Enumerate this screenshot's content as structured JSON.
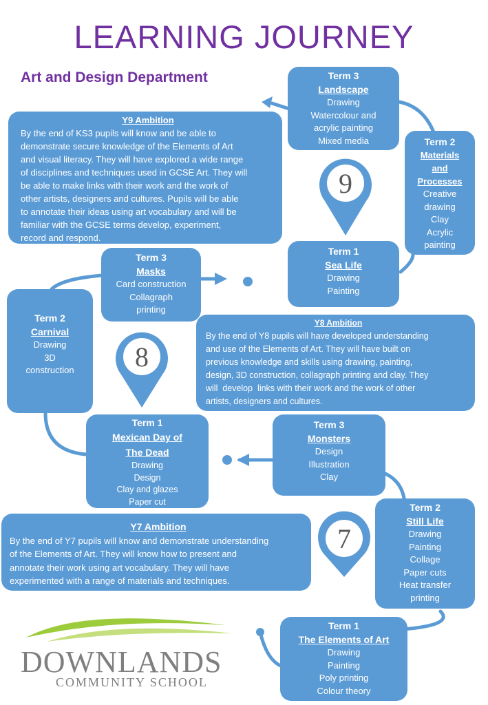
{
  "title": "LEARNING JOURNEY",
  "subtitle": "Art and Design Department",
  "colors": {
    "box": "#5b9bd5",
    "title": "#7030a0",
    "logo_green": "#9ccb3b",
    "logo_text": "#7f7f7f"
  },
  "y9": {
    "number": "9",
    "term3": {
      "term": "Term 3",
      "topic": "Landscape",
      "items": [
        "Drawing",
        "Watercolour and",
        "acrylic painting",
        "Mixed media"
      ]
    },
    "term2": {
      "term": "Term 2",
      "topic": [
        "Materials",
        "and",
        "Processes"
      ],
      "items": [
        "Creative",
        "drawing",
        "Clay",
        "Acrylic",
        "painting"
      ]
    },
    "term1": {
      "term": "Term 1",
      "topic": "Sea Life",
      "items": [
        "Drawing",
        "Painting"
      ]
    },
    "ambition": {
      "title": "Y9 Ambition",
      "lines": [
        "By the end of KS3 pupils will know and be able to",
        "demonstrate secure knowledge of the Elements of Art",
        "and visual literacy. They will have explored a wide range",
        "of disciplines and techniques used in GCSE Art. They will",
        "be able to make links with their work and the work of",
        "other artists, designers and cultures. Pupils will be able",
        "to annotate their ideas using art vocabulary and will be",
        "familiar with the GCSE terms develop, experiment,",
        "record and respond."
      ]
    }
  },
  "y8": {
    "number": "8",
    "term3": {
      "term": "Term 3",
      "topic": "Masks",
      "items": [
        "Card construction",
        "Collagraph",
        "printing"
      ]
    },
    "term2": {
      "term": "Term 2",
      "topic": "Carnival",
      "items": [
        "Drawing",
        "3D",
        "construction"
      ]
    },
    "term1": {
      "term": "Term 1",
      "topic": [
        "Mexican Day of",
        "The Dead"
      ],
      "items": [
        "Drawing",
        "Design",
        "Clay and glazes",
        "Paper cut"
      ]
    },
    "ambition": {
      "title": "Y8 Ambition",
      "lines": [
        "By the end of Y8 pupils will have developed understanding",
        "and use of the Elements of Art. They will have built on",
        "previous knowledge and skills using drawing, painting,",
        "design, 3D construction, collagraph printing and clay. They",
        "will  develop  links with their work and the work of other",
        "artists, designers and cultures."
      ]
    }
  },
  "y7": {
    "number": "7",
    "term3": {
      "term": "Term 3",
      "topic": "Monsters",
      "items": [
        "Design",
        "Illustration",
        "Clay"
      ]
    },
    "term2": {
      "term": "Term 2",
      "topic": "Still Life",
      "items": [
        "Drawing",
        "Painting",
        "Collage",
        "Paper cuts",
        "Heat transfer",
        "printing"
      ]
    },
    "term1": {
      "term": "Term 1",
      "topic": "The Elements of Art",
      "items": [
        "Drawing",
        "Painting",
        "Poly printing",
        "Colour theory"
      ]
    },
    "ambition": {
      "title": "Y7 Ambition",
      "lines": [
        "By the end of Y7 pupils will know and demonstrate understanding",
        "of the Elements of Art. They will know how to present and",
        "annotate their work using art vocabulary. They will have",
        "experimented with a range of materials and techniques."
      ]
    }
  },
  "logo": {
    "name": "DOWNLANDS",
    "sub": "COMMUNITY SCHOOL"
  }
}
